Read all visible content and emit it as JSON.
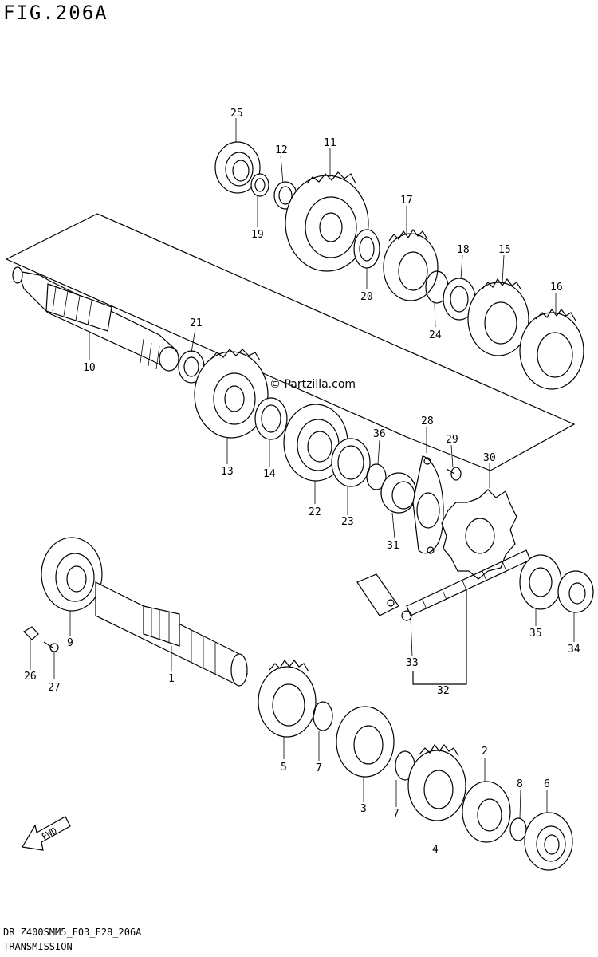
{
  "figure_title": "FIG.206A",
  "watermark": "© Partzilla.com",
  "fwd_label": "FWD",
  "footer": {
    "code": "DR Z400SMM5_E03_E28_206A",
    "name": "TRANSMISSION"
  },
  "callouts": [
    "1",
    "2",
    "3",
    "4",
    "5",
    "6",
    "7",
    "8",
    "9",
    "10",
    "11",
    "12",
    "13",
    "14",
    "15",
    "16",
    "17",
    "18",
    "19",
    "20",
    "21",
    "22",
    "23",
    "24",
    "25",
    "26",
    "27",
    "28",
    "29",
    "30",
    "31",
    "32",
    "33",
    "34",
    "35",
    "36"
  ]
}
